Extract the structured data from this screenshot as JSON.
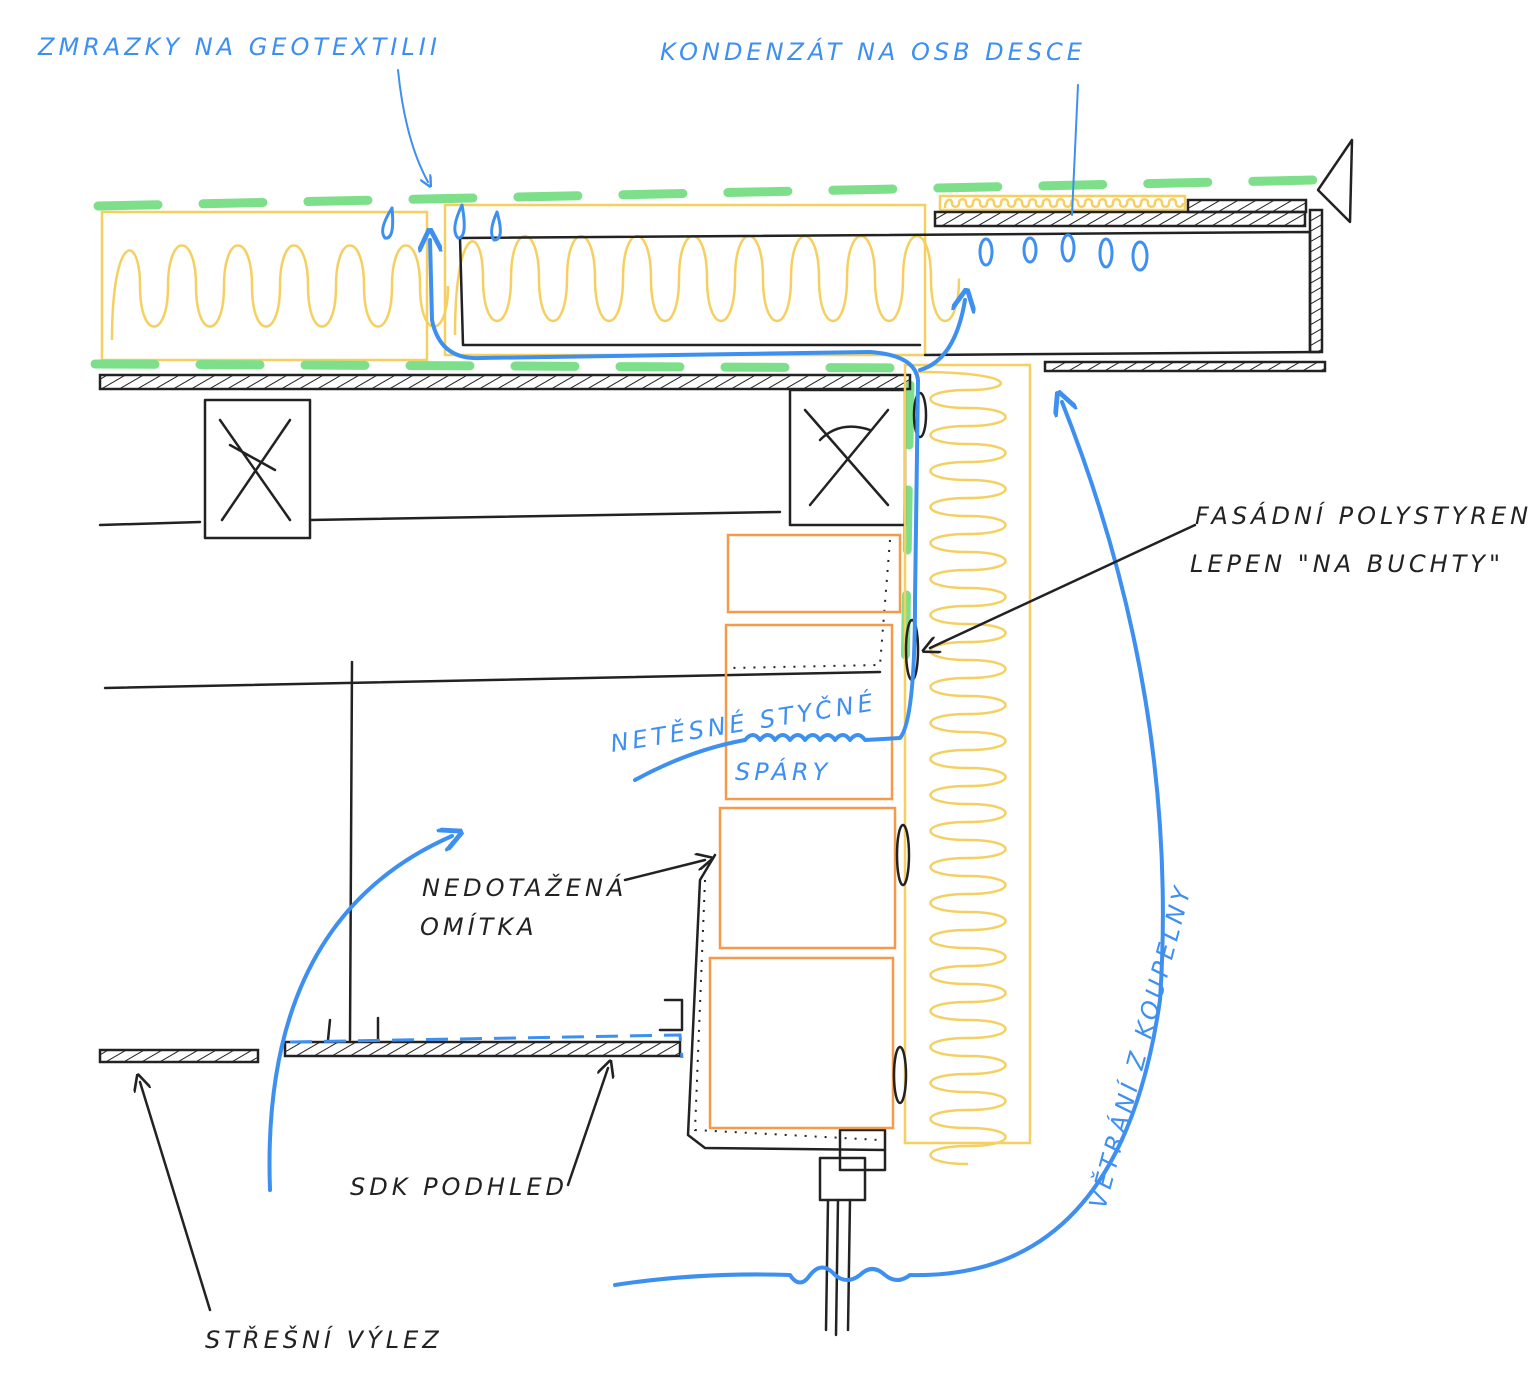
{
  "title": "Detail napojení střechy a fasády – příčiny kondenzace",
  "labels": {
    "frost_geotextile": "ZMRAZKY NA GEOTEXTILII",
    "condensate_osb": "KONDENZÁT NA OSB DESCE",
    "facade_eps_line1": "FASÁDNÍ POLYSTYREN",
    "facade_eps_line2": "LEPEN \"NA BUCHTY\"",
    "leaky_joints_line1": "NETĚSNÉ STYČNÉ",
    "leaky_joints_line2": "SPÁRY",
    "plaster_line1": "NEDOTAŽENÁ",
    "plaster_line2": "OMÍTKA",
    "drywall_ceiling": "SDK PODHLED",
    "roof_hatch": "STŘEŠNÍ VÝLEZ",
    "bathroom_vent": "VĚTRÁNÍ Z KOUPELNY"
  },
  "colors": {
    "annotation_blue": "#3d8ff0",
    "membrane_green": "#7ddf8a",
    "insulation_yellow": "#f5d060",
    "brick_orange": "#f59a48",
    "ink": "#222222"
  }
}
